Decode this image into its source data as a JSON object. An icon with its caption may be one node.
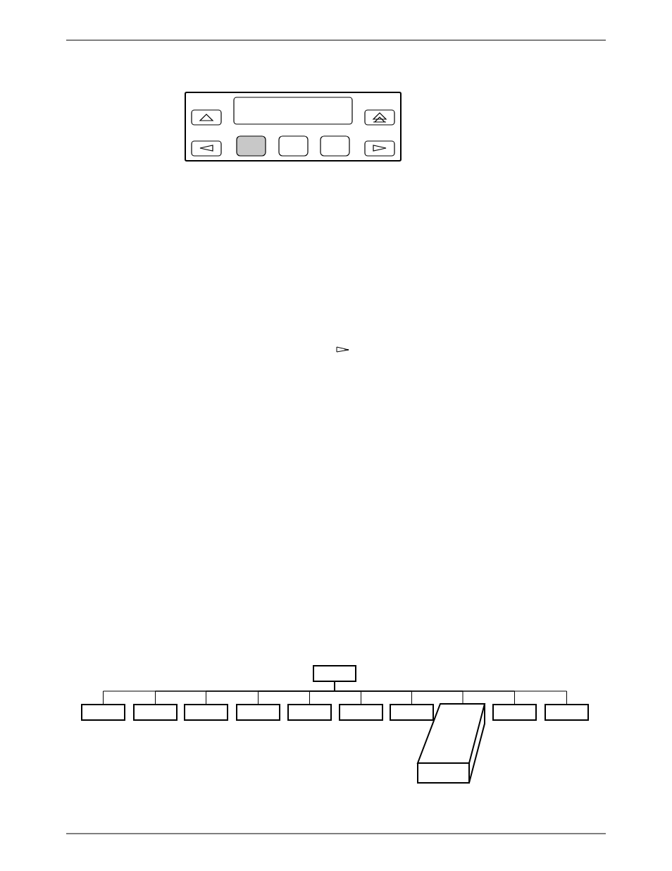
{
  "diagram": {
    "nodes": [
      {
        "text": [],
        "shape": "box"
      },
      {
        "text": [],
        "shape": "box"
      },
      {
        "text": [],
        "shape": "box"
      },
      {
        "text": [],
        "shape": "box"
      },
      {
        "text": [],
        "shape": "box"
      },
      {
        "text": [],
        "shape": "box"
      },
      {
        "text": [],
        "shape": "box"
      },
      {
        "text": [],
        "shape": "box"
      },
      {
        "text": [],
        "shape": "box"
      },
      {
        "text": [],
        "shape": "box"
      },
      {
        "text": [],
        "shape": "box"
      }
    ],
    "edges": [
      {
        "from": 0,
        "to": 1,
        "arrow": "none"
      },
      {
        "from": 0,
        "to": 2,
        "arrow": "none"
      },
      {
        "from": 0,
        "to": 3,
        "arrow": "none"
      },
      {
        "from": 0,
        "to": 4,
        "arrow": "none"
      },
      {
        "from": 0,
        "to": 5,
        "arrow": "none"
      },
      {
        "from": 0,
        "to": 6,
        "arrow": "none"
      },
      {
        "from": 0,
        "to": 7,
        "arrow": "none"
      },
      {
        "from": 0,
        "to": 8,
        "arrow": "none"
      },
      {
        "from": 0,
        "to": 9,
        "arrow": "none"
      },
      {
        "from": 0,
        "to": 10,
        "arrow": "none"
      }
    ]
  }
}
